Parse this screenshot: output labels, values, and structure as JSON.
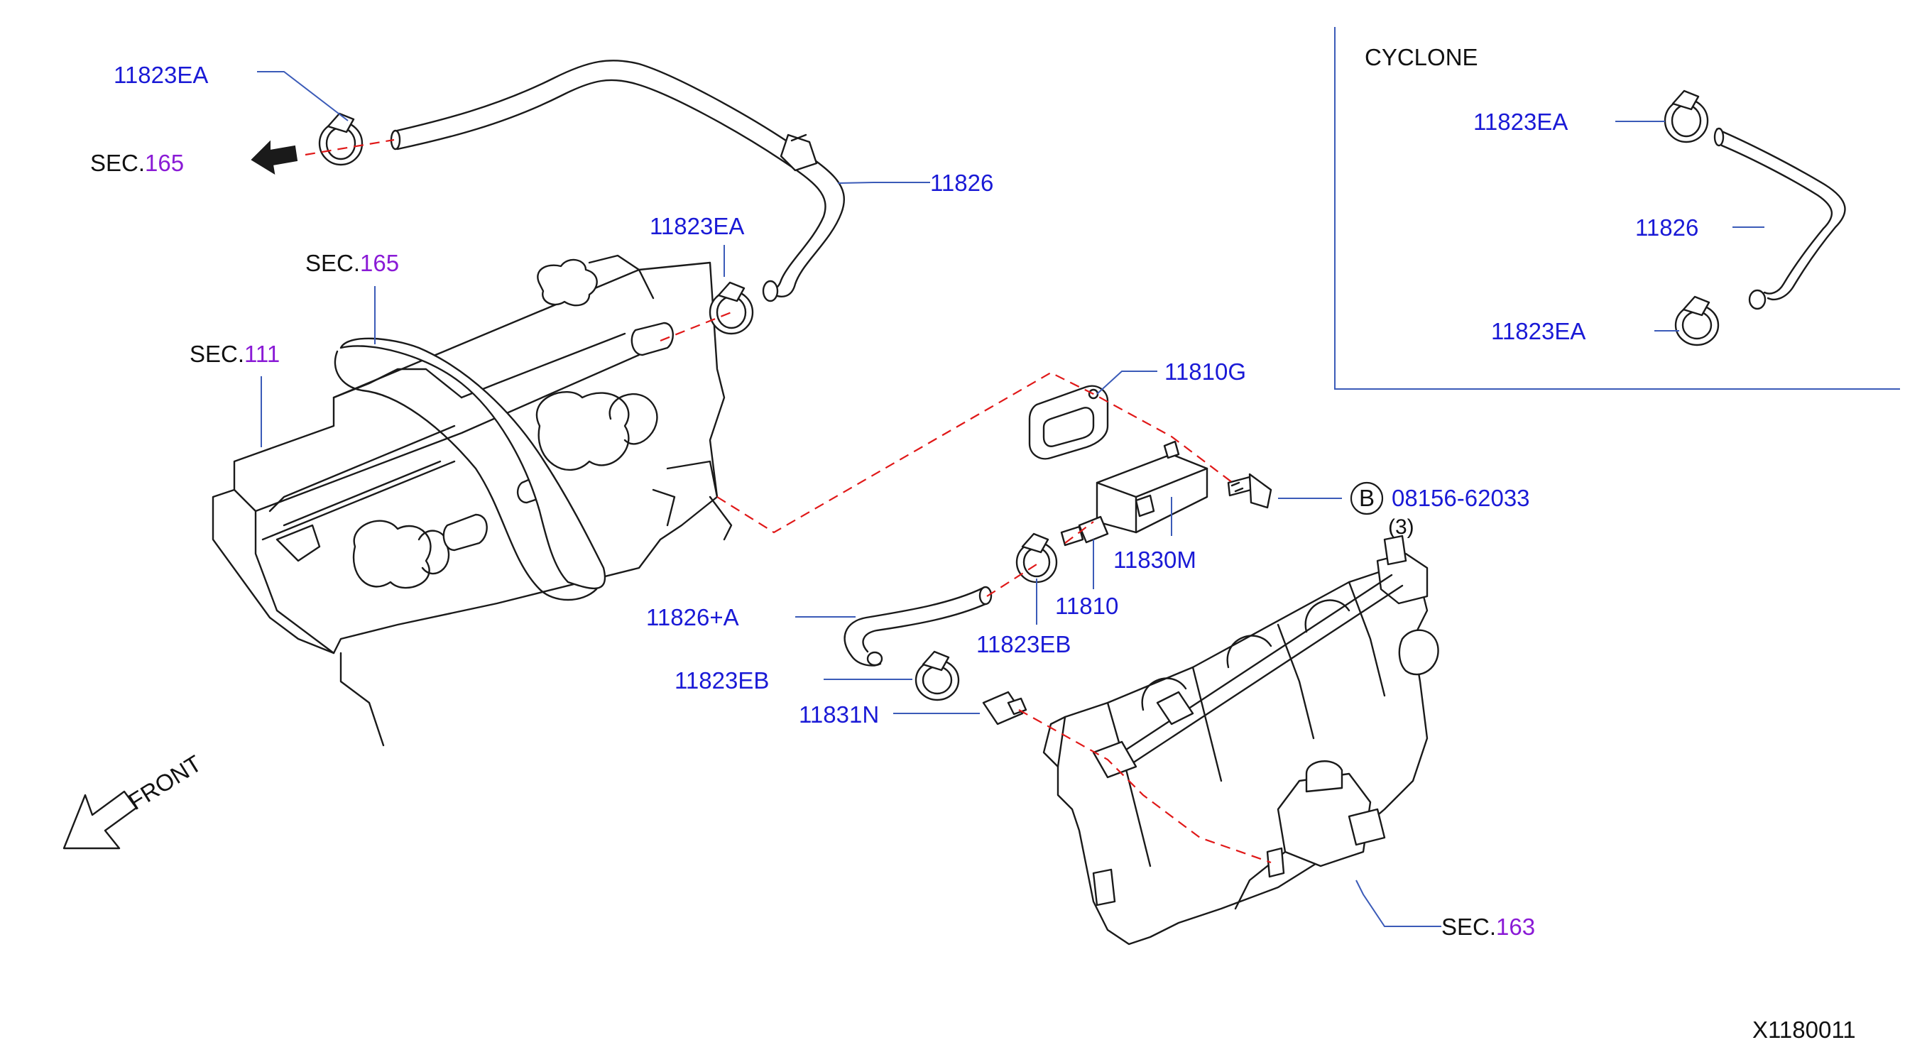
{
  "colors": {
    "part_label": "#1a1ad6",
    "section_number": "#8a1ad6",
    "leader_line": "#3b5bb8",
    "dashed_line": "#e01818",
    "drawing": "#1a1a1a"
  },
  "labels": {
    "clamp_top_left": "11823EA",
    "clamp_mid": "11823EA",
    "hose_top": "11826",
    "gasket": "11810G",
    "bolt": "08156-62033",
    "bolt_callout_letter": "B",
    "bolt_qty": "(3)",
    "valve_body": "11830M",
    "pcv_valve": "11810",
    "hose_a": "11826+A",
    "clamp_eb_upper": "11823EB",
    "clamp_eb_lower": "11823EB",
    "connector": "11831N",
    "cyclone_clamp_top": "11823EA",
    "cyclone_hose": "11826",
    "cyclone_clamp_bottom": "11823EA"
  },
  "sections": {
    "sec_165_left": {
      "prefix": "SEC.",
      "number": "165"
    },
    "sec_165_engine": {
      "prefix": "SEC.",
      "number": "165"
    },
    "sec_111": {
      "prefix": "SEC.",
      "number": "111"
    },
    "sec_163": {
      "prefix": "SEC.",
      "number": "163"
    }
  },
  "inset": {
    "title": "CYCLONE"
  },
  "front_indicator": "FRONT",
  "diagram_code": "X1180011"
}
